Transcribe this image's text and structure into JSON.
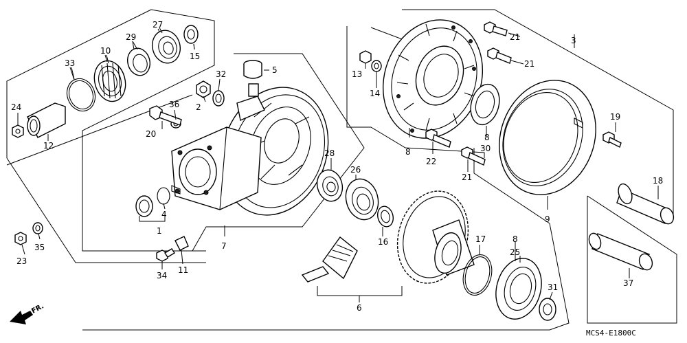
{
  "callouts": [
    {
      "id": "c27",
      "text": "27"
    },
    {
      "id": "c29",
      "text": "29"
    },
    {
      "id": "c10",
      "text": "10"
    },
    {
      "id": "c33",
      "text": "33"
    },
    {
      "id": "c15",
      "text": "15"
    },
    {
      "id": "c24",
      "text": "24"
    },
    {
      "id": "c12",
      "text": "12"
    },
    {
      "id": "c5",
      "text": "5"
    },
    {
      "id": "c32",
      "text": "32"
    },
    {
      "id": "c36",
      "text": "36"
    },
    {
      "id": "c2",
      "text": "2"
    },
    {
      "id": "c20",
      "text": "20"
    },
    {
      "id": "c13",
      "text": "13"
    },
    {
      "id": "c14",
      "text": "14"
    },
    {
      "id": "c21a",
      "text": "21"
    },
    {
      "id": "c21b",
      "text": "21"
    },
    {
      "id": "c3",
      "text": "3"
    },
    {
      "id": "c19",
      "text": "19"
    },
    {
      "id": "c8a",
      "text": "8"
    },
    {
      "id": "c8b",
      "text": "8"
    },
    {
      "id": "c30",
      "text": "30"
    },
    {
      "id": "c22",
      "text": "22"
    },
    {
      "id": "c21c",
      "text": "21"
    },
    {
      "id": "c28",
      "text": "28"
    },
    {
      "id": "c26",
      "text": "26"
    },
    {
      "id": "c18",
      "text": "18"
    },
    {
      "id": "c9",
      "text": "9"
    },
    {
      "id": "c4",
      "text": "4"
    },
    {
      "id": "c1",
      "text": "1"
    },
    {
      "id": "c7",
      "text": "7"
    },
    {
      "id": "c16",
      "text": "16"
    },
    {
      "id": "c17",
      "text": "17"
    },
    {
      "id": "c8c",
      "text": "8"
    },
    {
      "id": "c25",
      "text": "25"
    },
    {
      "id": "c23",
      "text": "23"
    },
    {
      "id": "c35",
      "text": "35"
    },
    {
      "id": "c34",
      "text": "34"
    },
    {
      "id": "c11",
      "text": "11"
    },
    {
      "id": "c6",
      "text": "6"
    },
    {
      "id": "c31",
      "text": "31"
    },
    {
      "id": "c37",
      "text": "37"
    }
  ],
  "direction_marker": "FR.",
  "diagram_code": "MCS4-E1800C"
}
